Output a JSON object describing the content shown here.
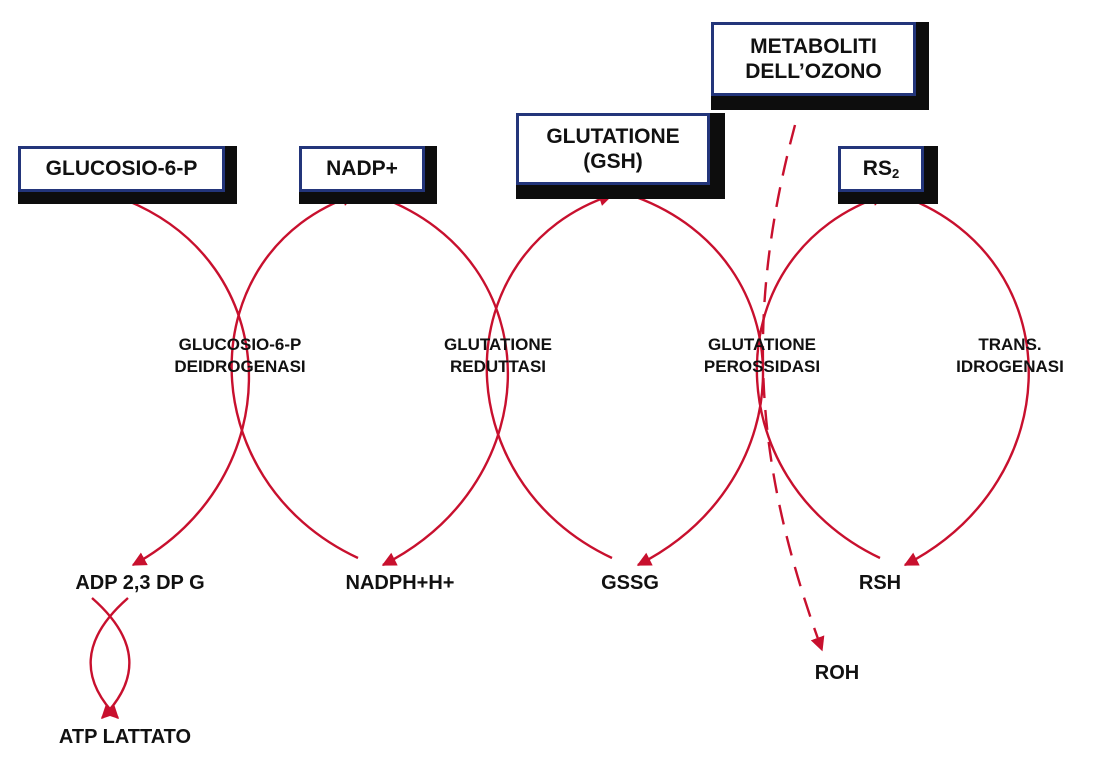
{
  "boxes": {
    "glucosio6p": "GLUCOSIO-6-P",
    "nadp": "NADP+",
    "glutatione_1": "GLUTATIONE",
    "glutatione_2": "(GSH)",
    "metaboliti_1": "METABOLITI",
    "metaboliti_2": "DELL’OZONO",
    "rs2_main": "RS",
    "rs2_sub": "2"
  },
  "enzymes": {
    "g6pd_1": "GLUCOSIO-6-P",
    "g6pd_2": "DEIDROGENASI",
    "gr_1": "GLUTATIONE",
    "gr_2": "REDUTTASI",
    "gpx_1": "GLUTATIONE",
    "gpx_2": "PEROSSIDASI",
    "th_1": "TRANS.",
    "th_2": "IDROGENASI"
  },
  "products": {
    "adp": "ADP 2,3 DP G",
    "nadph": "NADPH+H+",
    "gssg": "GSSG",
    "rsh": "RSH",
    "roh": "ROH",
    "atp": "ATP LATTATO"
  },
  "colors": {
    "arrow": "#c8102e",
    "box_border": "#23357a",
    "shadow": "#0d0d0d",
    "text": "#111111"
  }
}
